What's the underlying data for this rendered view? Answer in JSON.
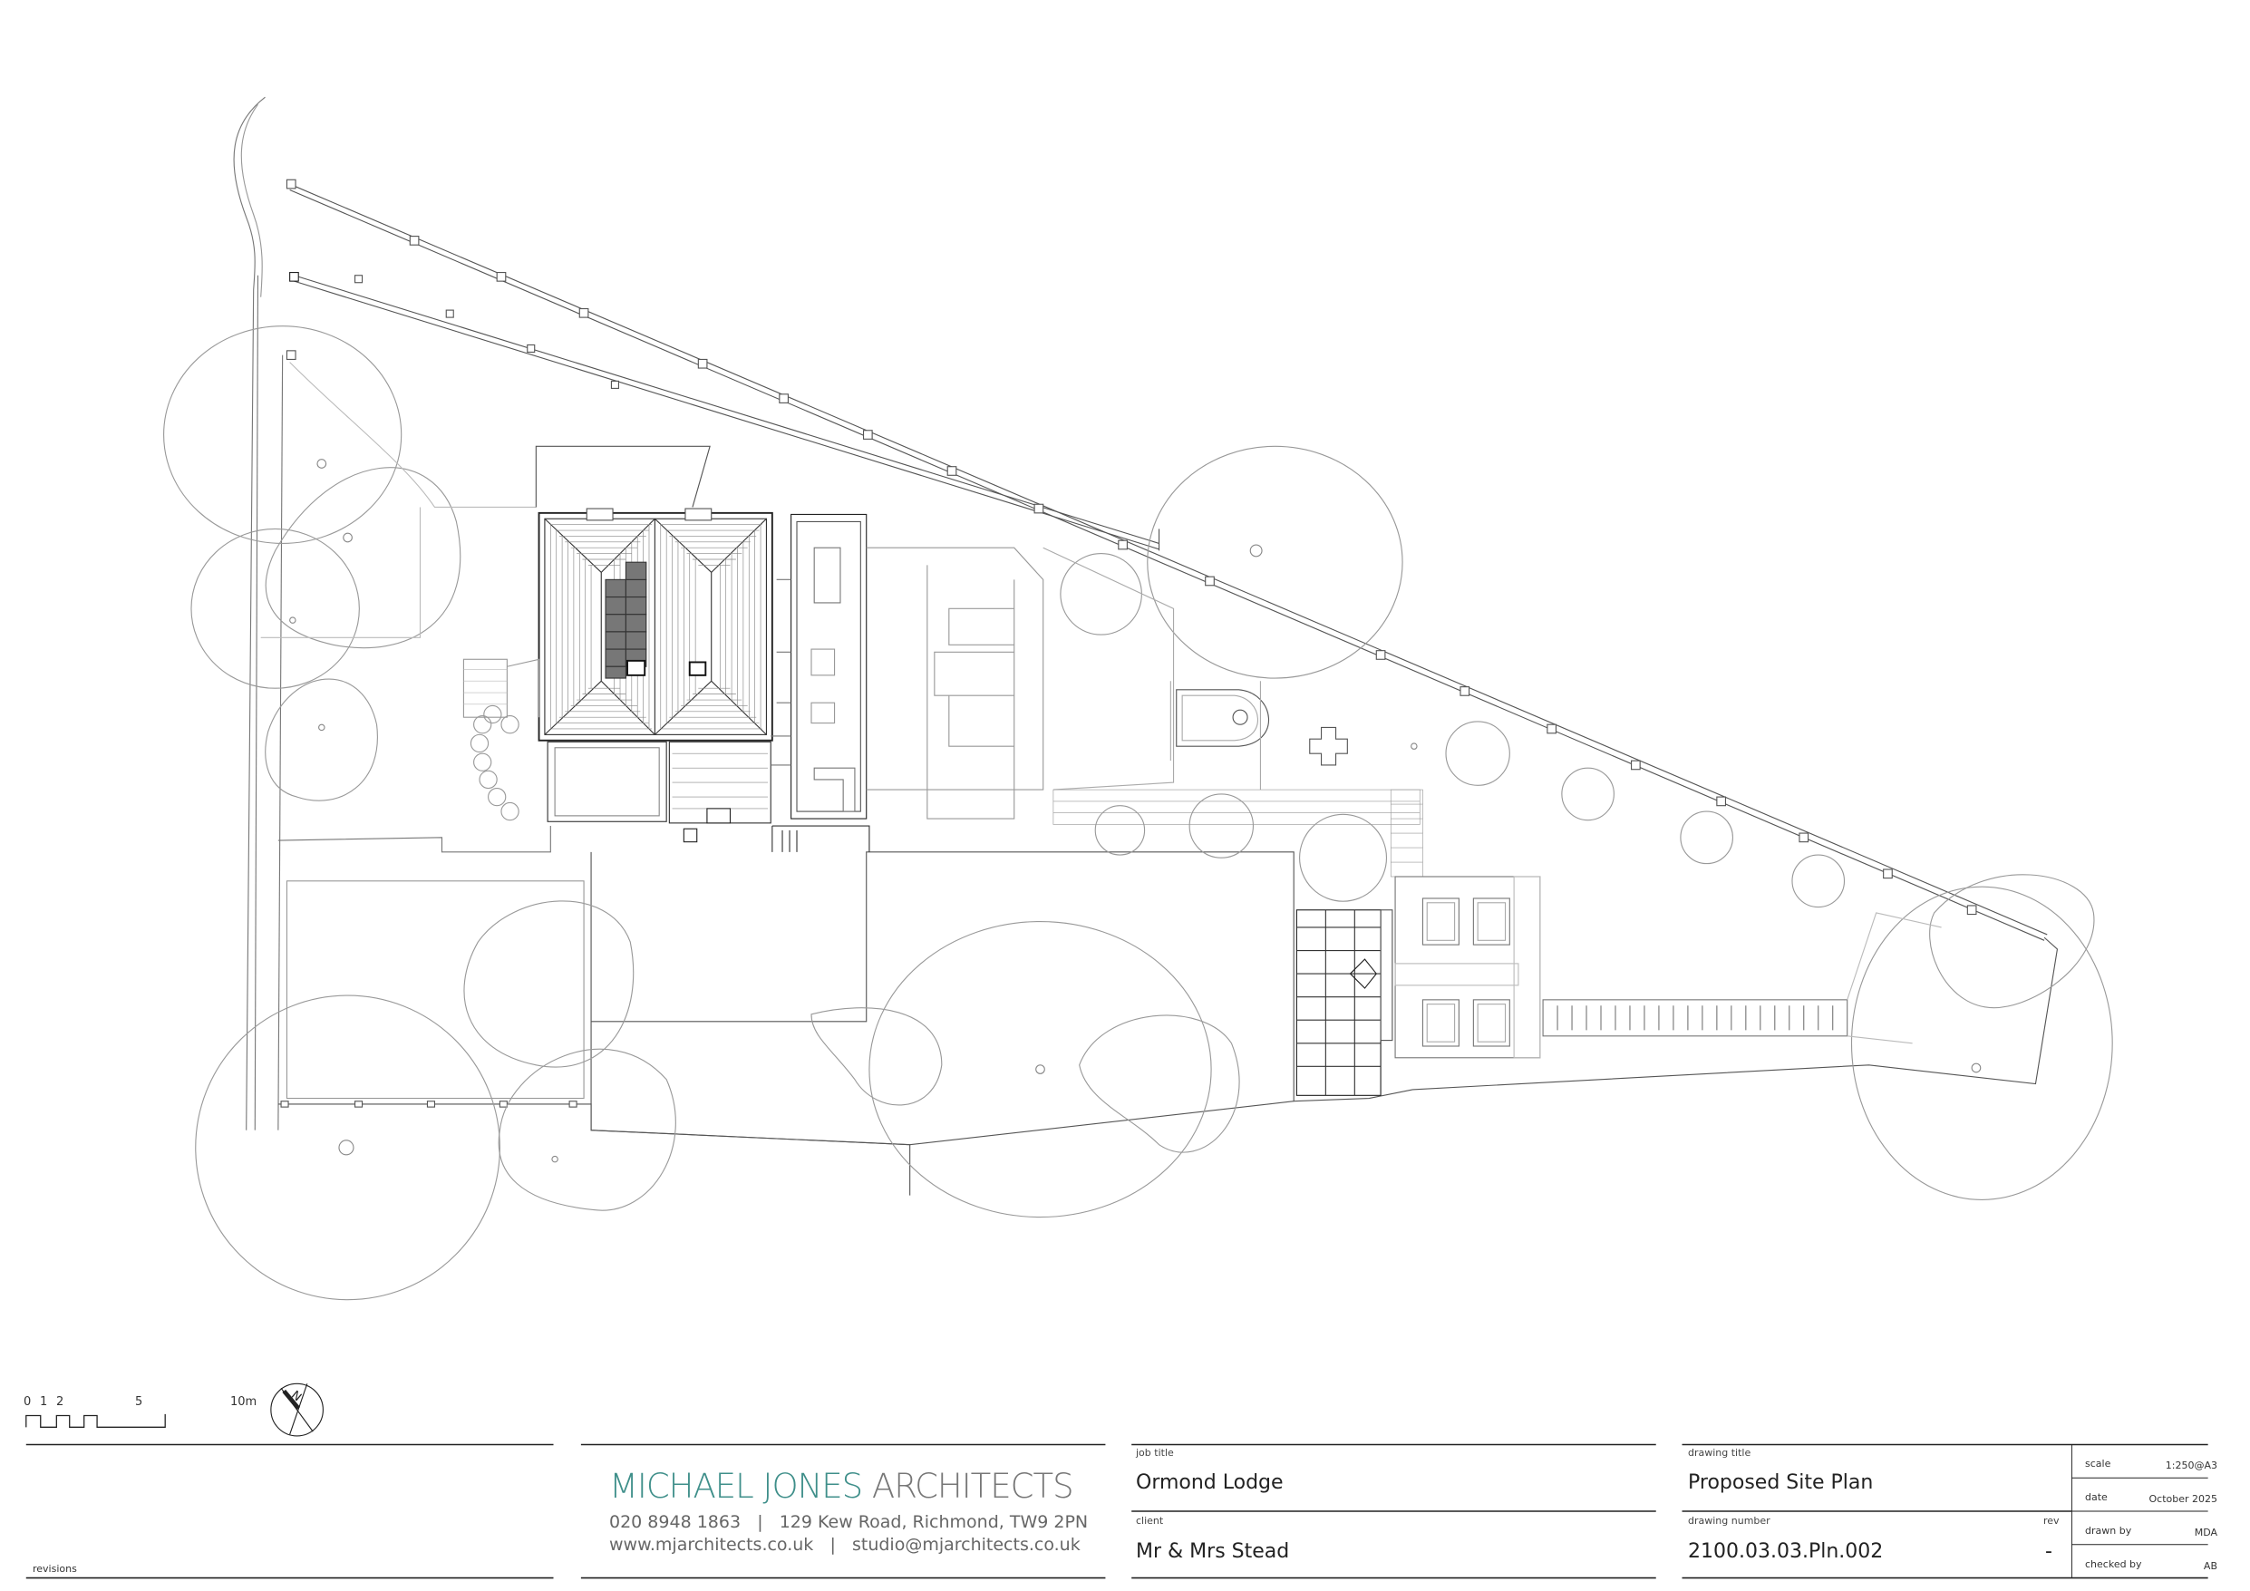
{
  "scale_bar": {
    "ticks": [
      "0",
      "1",
      "2",
      "5",
      "10m"
    ]
  },
  "north_arrow": {
    "icon": "north-arrow-icon",
    "label": "N"
  },
  "revisions_label": "revisions",
  "practice": {
    "name_part1": "MICHAEL JONES",
    "name_part2": "ARCHITECTS",
    "phone": "020 8948 1863",
    "separator": "|",
    "address": "129 Kew Road, Richmond, TW9 2PN",
    "website": "www.mjarchitects.co.uk",
    "email": "studio@mjarchitects.co.uk",
    "brand_color": "#3f8f8a"
  },
  "title_block": {
    "job_title_label": "job title",
    "job_title": "Ormond Lodge",
    "client_label": "client",
    "client": "Mr & Mrs Stead",
    "drawing_title_label": "drawing title",
    "drawing_title": "Proposed Site Plan",
    "drawing_number_label": "drawing number",
    "drawing_number": "2100.03.03.Pln.002",
    "rev_label": "rev",
    "rev": "-",
    "scale_label": "scale",
    "scale": "1:250@A3",
    "date_label": "date",
    "date": "October 2025",
    "drawn_by_label": "drawn by",
    "drawn_by": "MDA",
    "checked_by_label": "checked by",
    "checked_by": "AB"
  }
}
